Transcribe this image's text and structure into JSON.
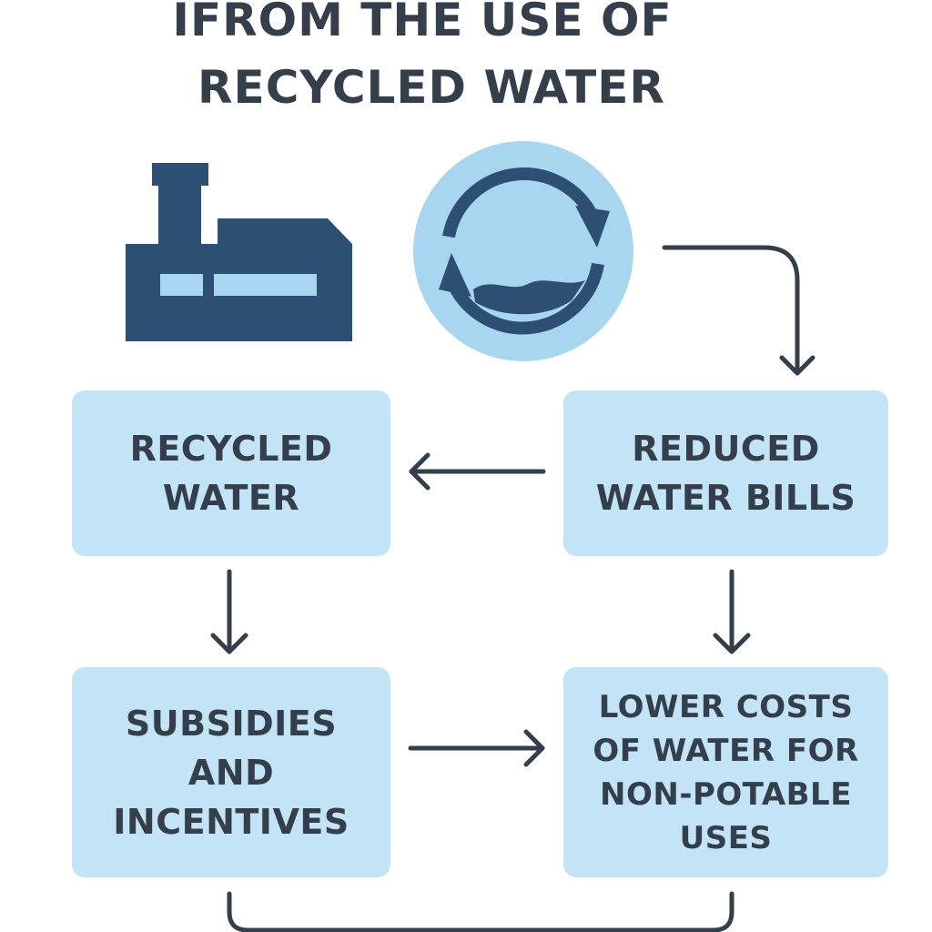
{
  "title": {
    "line1": "IFROM THE USE OF",
    "line2": "RECYCLED WATER"
  },
  "icons": {
    "factory": "factory-icon",
    "recycle": "water-recycle-icon"
  },
  "boxes": {
    "recycled_water": "RECYCLED\nWATER",
    "reduced_bills": "REDUCED\nWATER BILLS",
    "subsidies": "SUBSIDIES\nAND\nINCENTIVES",
    "lower_costs": "LOWER COSTS\nOF WATER FOR\nNON-POTABLE\nUSES"
  },
  "colors": {
    "dark_blue": "#2c4f73",
    "light_blue": "#a9d6ef",
    "box_fill": "#c2e4f6",
    "text": "#343f4b",
    "arrow": "#343f4b"
  }
}
